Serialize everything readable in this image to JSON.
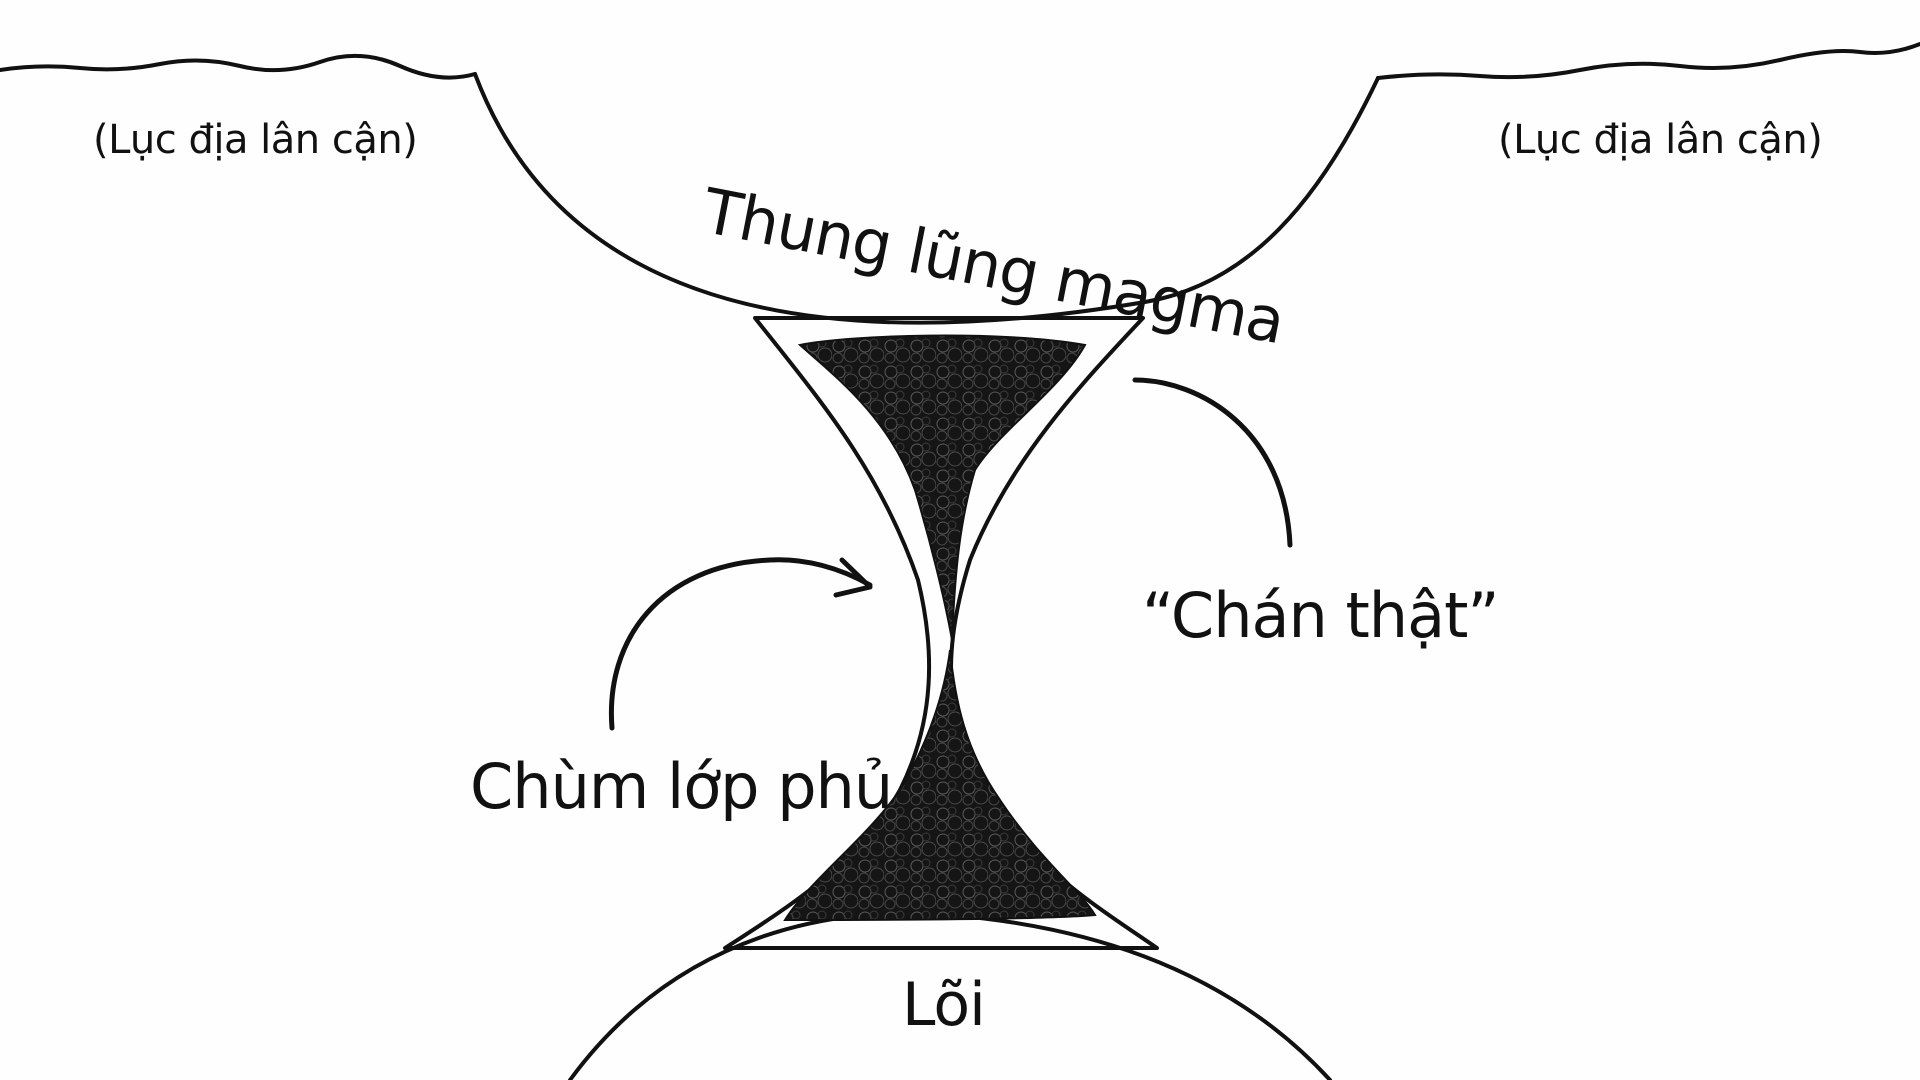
{
  "diagram": {
    "labels": {
      "left_continent": "(Lục địa lân cận)",
      "right_continent": "(Lục địa lân cận)",
      "magma_valley": "Thung lũng magma",
      "chan_that": "“Chán thật”",
      "mantle_plume": "Chùm lớp phủ",
      "core": "Lõi"
    },
    "colors": {
      "ink": "#111111",
      "paper": "#fefefe"
    }
  }
}
